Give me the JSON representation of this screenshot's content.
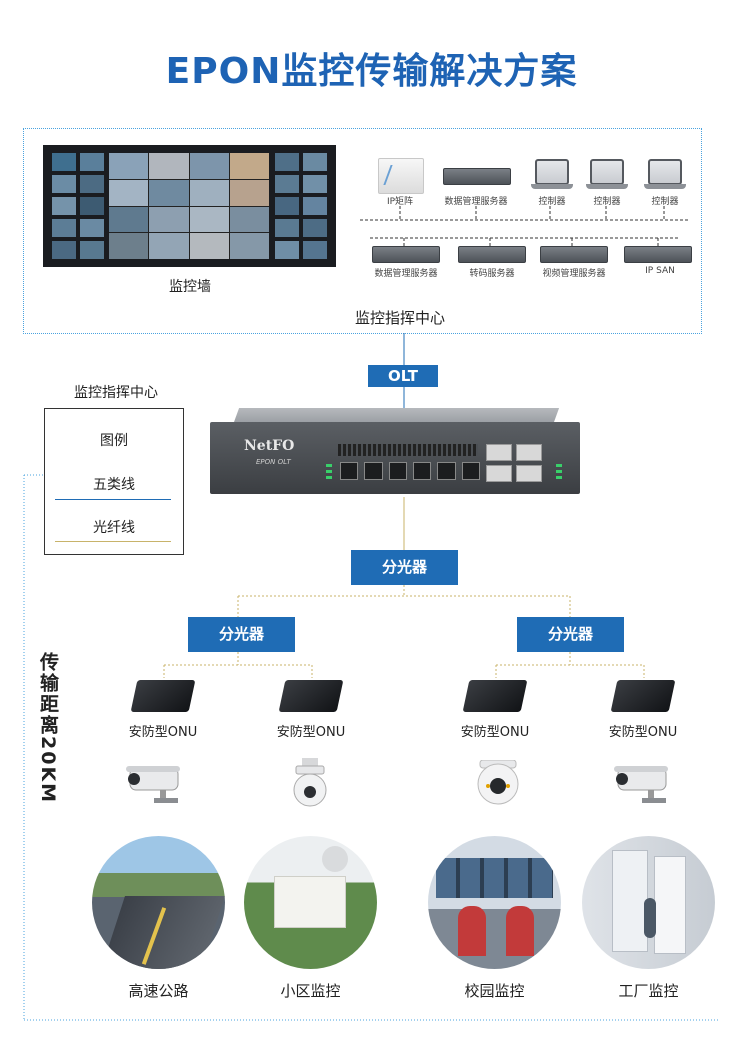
{
  "title": "EPON监控传输解决方案",
  "center": {
    "wall_label": "监控墙",
    "section_label": "监控指挥中心",
    "top_devices": [
      "IP矩阵",
      "数据管理服务器",
      "控制器",
      "控制器",
      "控制器"
    ],
    "bottom_devices": [
      "数据管理服务器",
      "转码服务器",
      "视频管理服务器",
      "IP SAN"
    ]
  },
  "olt": {
    "label": "OLT",
    "brand": "NetFO",
    "model": "EPON OLT"
  },
  "legend": {
    "heading": "监控指挥中心",
    "title": "图例",
    "items": [
      {
        "label": "五类线",
        "color": "#1f6cb5"
      },
      {
        "label": "光纤线",
        "color": "#c8b36a"
      }
    ]
  },
  "distance_label": "传输距离20KM",
  "splitters": {
    "main": "分光器",
    "left": "分光器",
    "right": "分光器"
  },
  "onus": [
    "安防型ONU",
    "安防型ONU",
    "安防型ONU",
    "安防型ONU"
  ],
  "scenes": [
    "高速公路",
    "小区监控",
    "校园监控",
    "工厂监控"
  ],
  "colors": {
    "accent": "#1e63b4",
    "box": "#1f6cb5",
    "fiber": "#c8b36a",
    "dotted": "#4aa3df"
  }
}
